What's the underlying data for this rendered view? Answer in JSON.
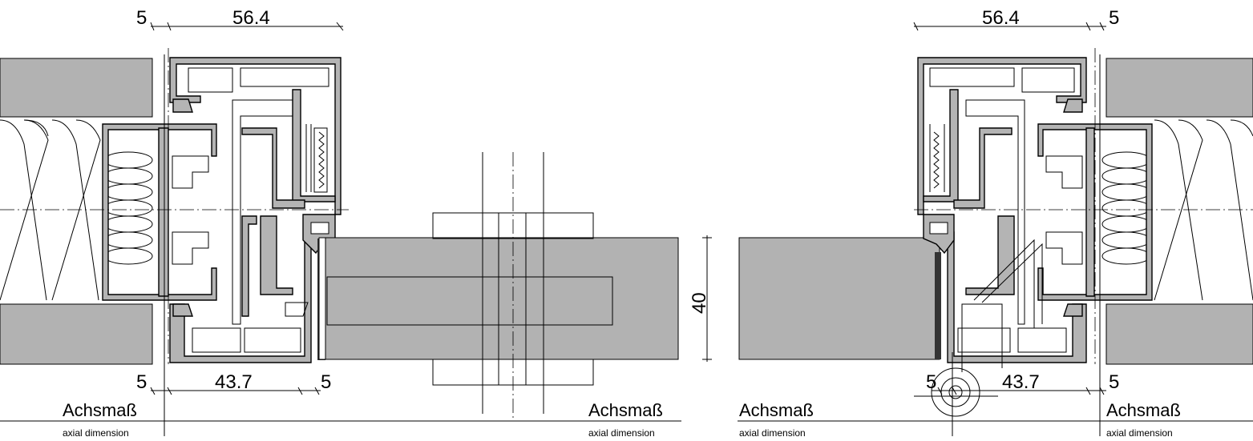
{
  "left_detail": {
    "dim_top_gap": "5",
    "dim_top_width": "56.4",
    "dim_bottom_gap_left": "5",
    "dim_bottom_width": "43.7",
    "dim_bottom_gap_right": "5"
  },
  "center": {
    "dim_thickness": "40",
    "label_left": "Achsmaß",
    "sublabel_left": "axial dimension"
  },
  "right_detail": {
    "dim_top_width": "56.4",
    "dim_top_gap": "5",
    "dim_bottom_gap_left": "5",
    "dim_bottom_width": "43.7",
    "dim_bottom_gap_right": "5",
    "label_left": "Achsmaß",
    "sublabel_left": "axial dimension",
    "label_right": "Achsmaß",
    "sublabel_right": "axial dimension"
  },
  "colors": {
    "profile": "#b4b4b4",
    "panel": "#b2b2b2",
    "line": "#000000"
  }
}
